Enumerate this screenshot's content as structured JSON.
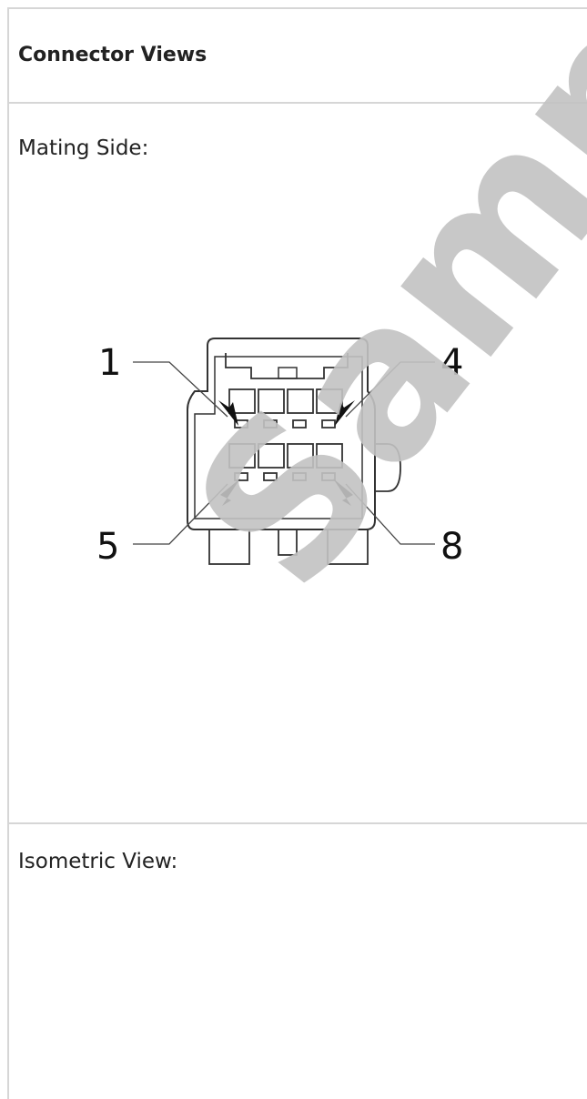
{
  "table": {
    "header": "Connector Views",
    "mating_label": "Mating Side:",
    "isometric_label": "Isometric View:"
  },
  "connector": {
    "pin_labels": [
      "1",
      "4",
      "5",
      "8"
    ],
    "watermark": "Sample"
  },
  "colors": {
    "border": "#d6d6d6",
    "text": "#222222",
    "watermark": "#bdbdbd",
    "line": "#333333"
  }
}
